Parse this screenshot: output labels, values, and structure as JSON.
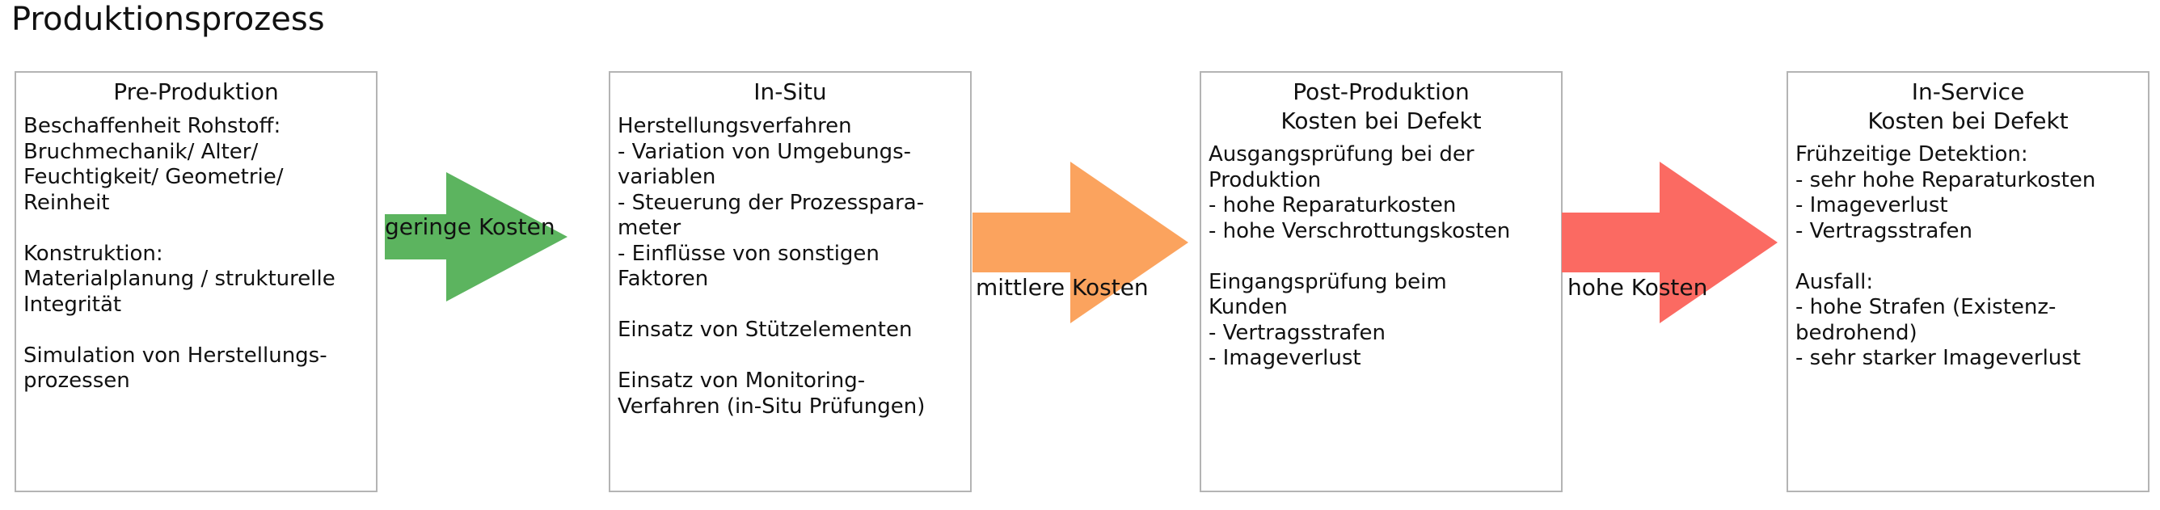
{
  "page": {
    "title": "Produktionsprozess",
    "background_color": "#ffffff",
    "text_color": "#111111",
    "box_border_color": "#b4b4b4"
  },
  "stages": [
    {
      "id": "pre-produktion",
      "title": "Pre-Produktion",
      "subtitle": "",
      "body": "Beschaffenheit Rohstoff:\nBruchmechanik/ Alter/\nFeuchtigkeit/ Geometrie/\nReinheit\n\nKonstruktion:\nMaterialplanung / strukturelle\nIntegrität\n\nSimulation von Herstellungs-\nprozessen"
    },
    {
      "id": "in-situ",
      "title": "In-Situ",
      "subtitle": "",
      "body": "Herstellungsverfahren\n- Variation von Umgebungs-\nvariablen\n- Steuerung der Prozesspara-\nmeter\n- Einflüsse von sonstigen\nFaktoren\n\nEinsatz von Stützelementen\n\nEinsatz von Monitoring-\nVerfahren (in-Situ Prüfungen)"
    },
    {
      "id": "post-produktion",
      "title": "Post-Produktion",
      "subtitle": "Kosten bei Defekt",
      "body": "Ausgangsprüfung bei der\nProduktion\n- hohe Reparaturkosten\n- hohe Verschrottungskosten\n\nEingangsprüfung beim\nKunden\n- Vertragsstrafen\n- Imageverlust"
    },
    {
      "id": "in-service",
      "title": "In-Service",
      "subtitle": "Kosten bei Defekt",
      "body": "Frühzeitige Detektion:\n- sehr hohe Reparaturkosten\n- Imageverlust\n- Vertragsstrafen\n\nAusfall:\n- hohe Strafen (Existenz-\nbedrohend)\n- sehr starker Imageverlust"
    }
  ],
  "arrows": [
    {
      "id": "geringe-kosten",
      "label": "geringe Kosten",
      "color": "#5cb45f"
    },
    {
      "id": "mittlere-kosten",
      "label": "mittlere Kosten",
      "color": "#fba35e"
    },
    {
      "id": "hohe-kosten",
      "label": "hohe Kosten",
      "color": "#fb6a62"
    }
  ]
}
